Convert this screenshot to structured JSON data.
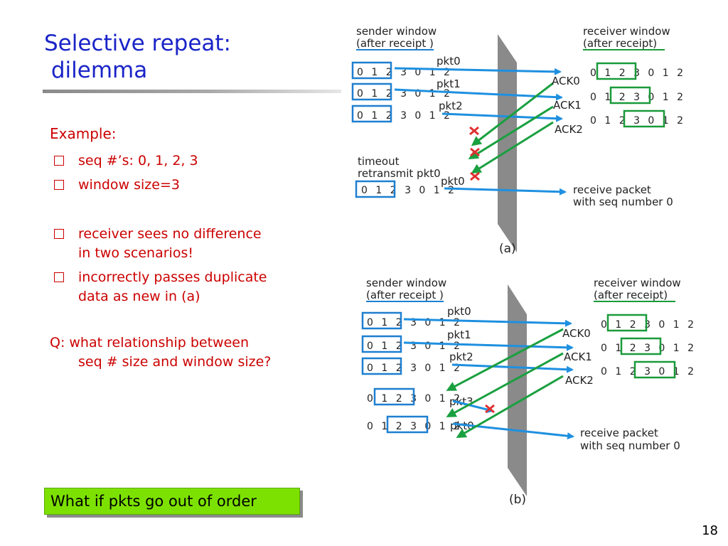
{
  "slide": {
    "title_line1": "Selective repeat:",
    "title_line2": " dilemma",
    "page_number": "18"
  },
  "example": {
    "heading": "Example:",
    "bullets": [
      "seq #’s: 0, 1, 2, 3",
      "window size=3"
    ],
    "points_line1": "receiver sees no difference",
    "points_line1b": "in two scenarios!",
    "points_line2": "incorrectly passes duplicate",
    "points_line2b": "data as new in (a)",
    "question_line1": "Q: what relationship between",
    "question_line2": "seq # size and window size?"
  },
  "callout": "What if pkts go out of order",
  "colors": {
    "title": "#1a24c8",
    "body_text": "#cc0000",
    "sender_box": "#1e7fd0",
    "receiver_box": "#1a9a3a",
    "data_arrow": "#1e90e0",
    "ack_arrow": "#1aa040",
    "loss_mark": "#e03030",
    "callout_bg": "#7ce100",
    "channel": "#8a8a8a"
  },
  "diagram_a": {
    "sender_header1": "sender window",
    "sender_header2": "(after receipt )",
    "receiver_header1": "receiver window",
    "receiver_header2": "(after receipt)",
    "seq": "0 1 2 3 0 1 2",
    "pkts": [
      "pkt0",
      "pkt1",
      "pkt2",
      "pkt0"
    ],
    "acks": [
      "ACK0",
      "ACK1",
      "ACK2"
    ],
    "timeout1": "timeout",
    "timeout2": "retransmit pkt0",
    "recv1": "receive packet",
    "recv2": "with seq number 0",
    "recv_rows": [
      "0 1 2 3 0 1 2",
      "0 1 2 3 0 1 2",
      "0 1 2 3 0 1 2"
    ],
    "caption": "(a)"
  },
  "diagram_b": {
    "sender_header1": "sender window",
    "sender_header2": "(after receipt )",
    "receiver_header1": "receiver window",
    "receiver_header2": "(after receipt)",
    "pkts": [
      "pkt0",
      "pkt1",
      "pkt2",
      "pkt3",
      "pkt0"
    ],
    "acks": [
      "ACK0",
      "ACK1",
      "ACK2"
    ],
    "recv1": "receive packet",
    "recv2": "with seq number 0",
    "caption": "(b)"
  }
}
